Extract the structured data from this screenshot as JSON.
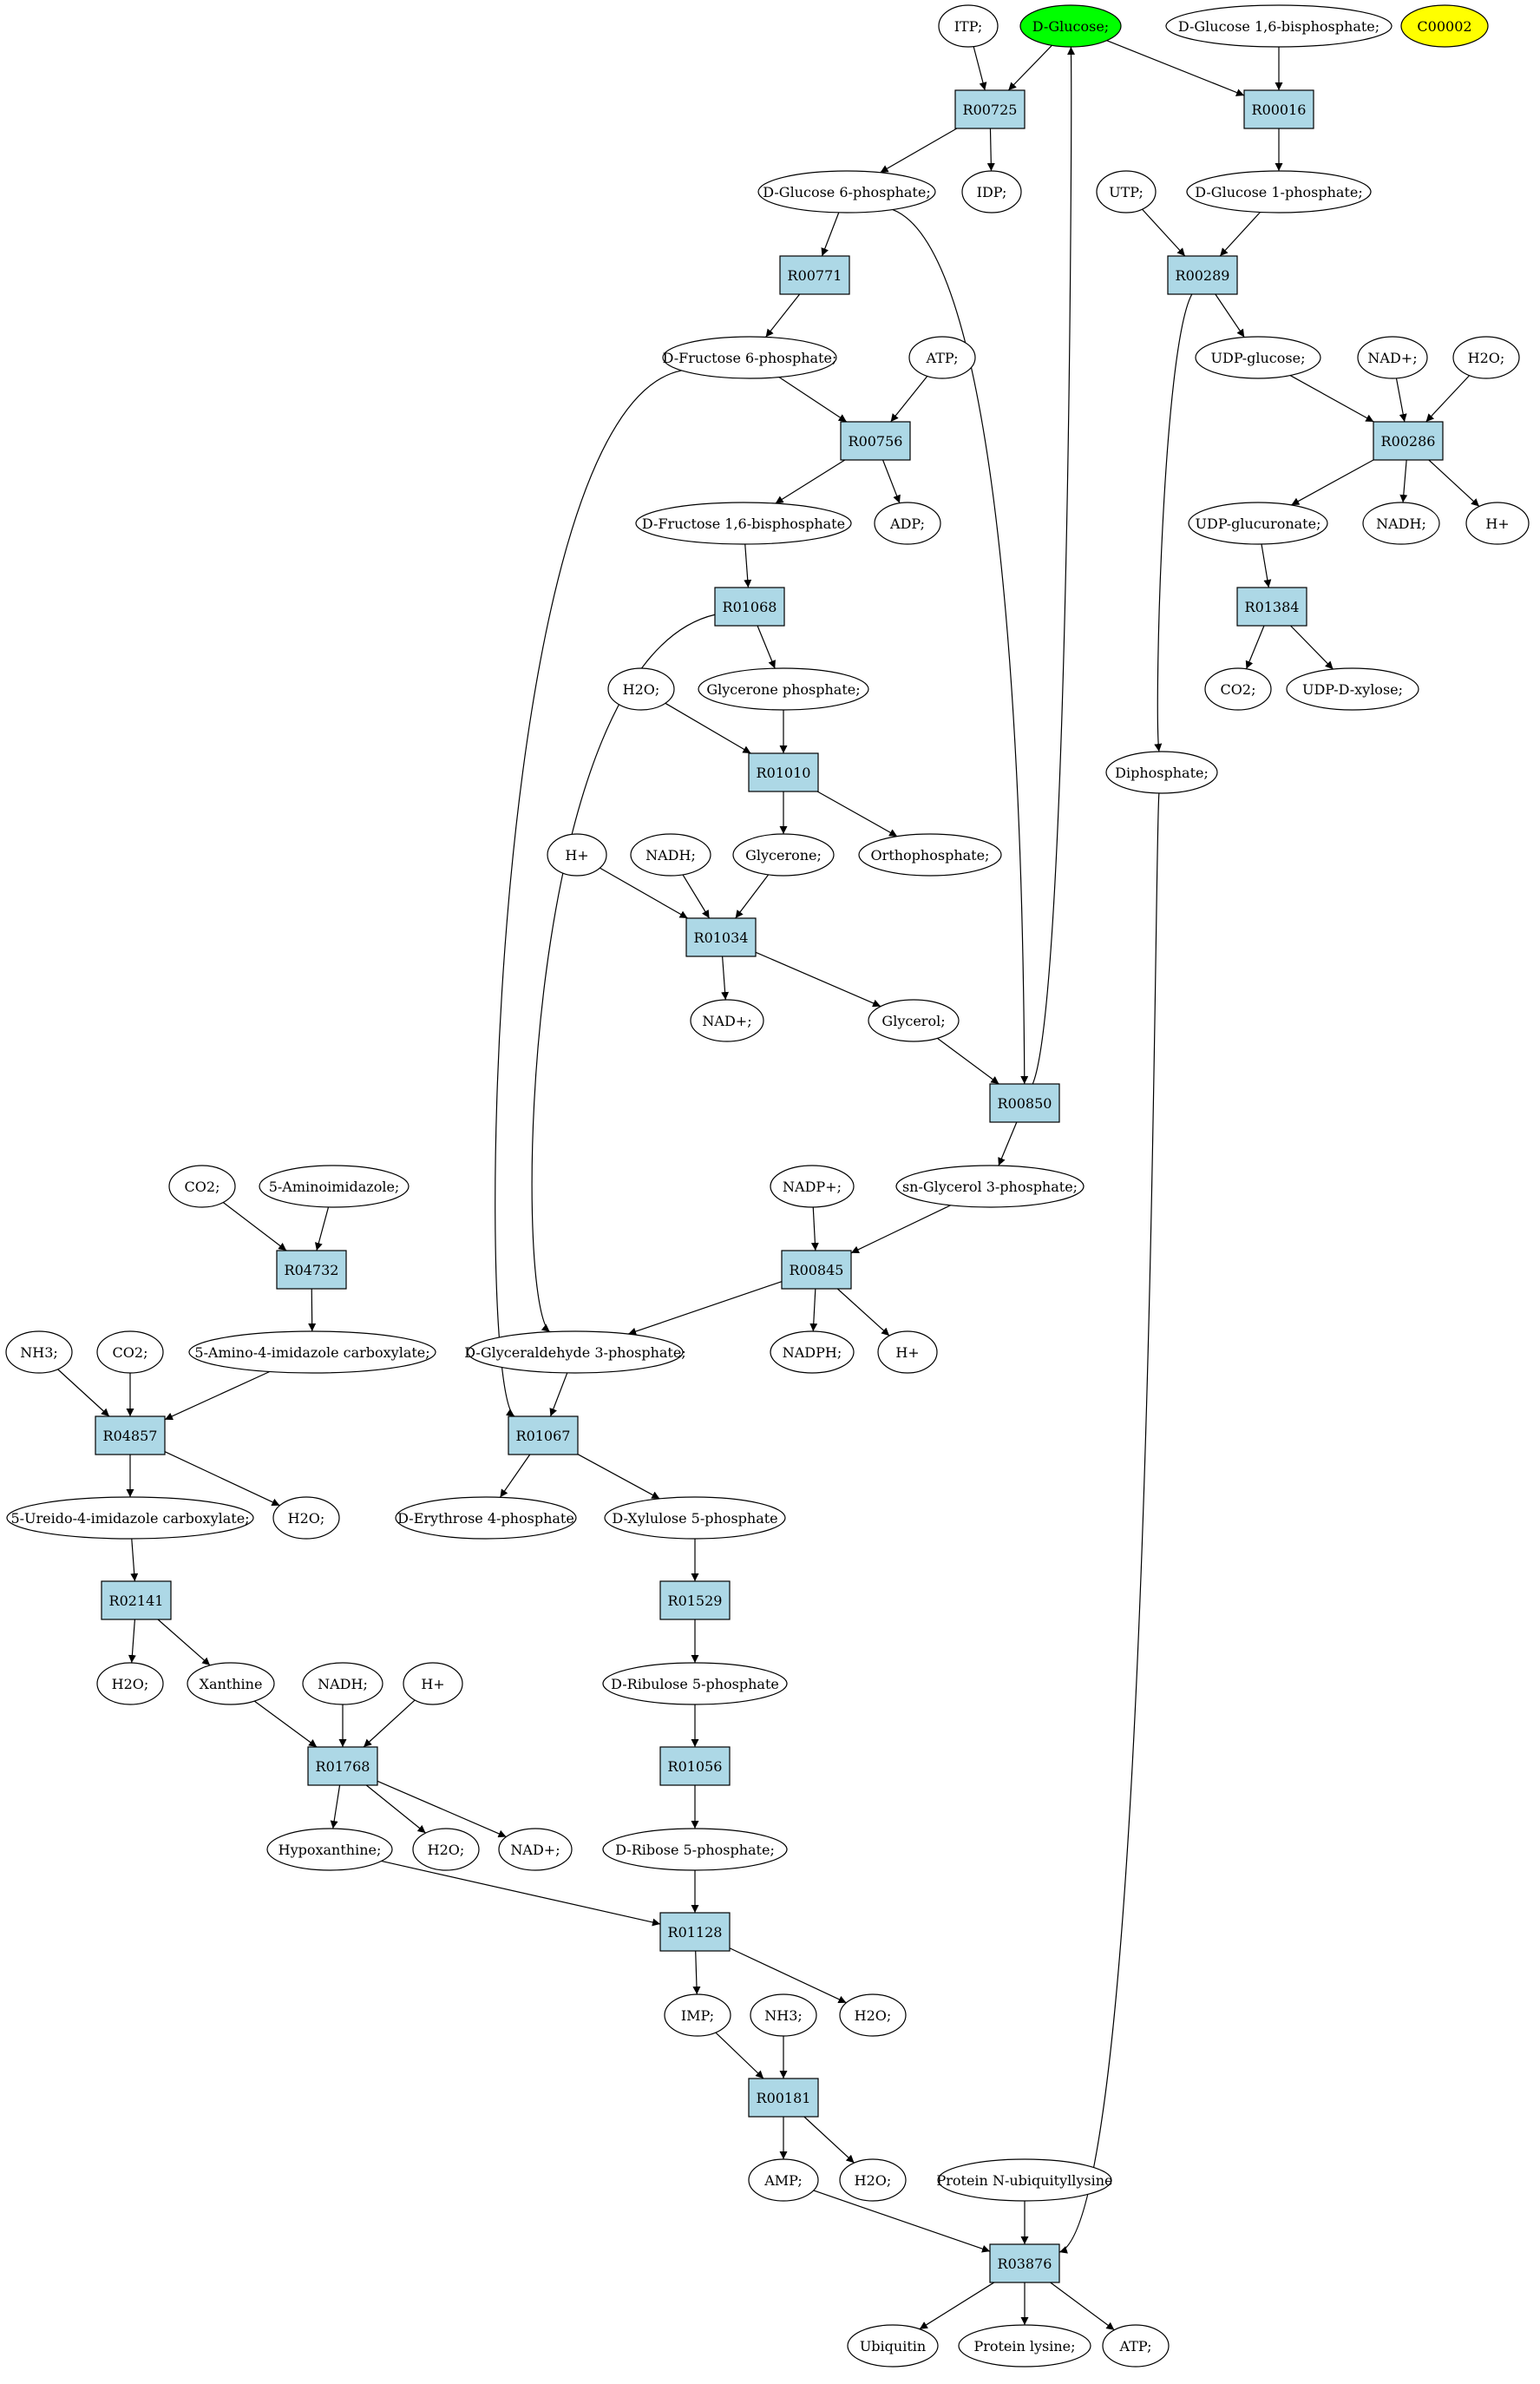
{
  "colors": {
    "reaction_fill": "#add8e6",
    "compound_fill": "#ffffff",
    "highlight_glucose": "#00ff00",
    "highlight_c00002": "#ffff00",
    "stroke": "#000000"
  },
  "reactions": [
    {
      "id": "R00725",
      "label": "R00725"
    },
    {
      "id": "R00016",
      "label": "R00016"
    },
    {
      "id": "R00771",
      "label": "R00771"
    },
    {
      "id": "R00289",
      "label": "R00289"
    },
    {
      "id": "R00756",
      "label": "R00756"
    },
    {
      "id": "R00286",
      "label": "R00286"
    },
    {
      "id": "R01068",
      "label": "R01068"
    },
    {
      "id": "R01384",
      "label": "R01384"
    },
    {
      "id": "R01010",
      "label": "R01010"
    },
    {
      "id": "R01034",
      "label": "R01034"
    },
    {
      "id": "R00850",
      "label": "R00850"
    },
    {
      "id": "R04732",
      "label": "R04732"
    },
    {
      "id": "R00845",
      "label": "R00845"
    },
    {
      "id": "R04857",
      "label": "R04857"
    },
    {
      "id": "R01067",
      "label": "R01067"
    },
    {
      "id": "R02141",
      "label": "R02141"
    },
    {
      "id": "R01529",
      "label": "R01529"
    },
    {
      "id": "R01768",
      "label": "R01768"
    },
    {
      "id": "R01056",
      "label": "R01056"
    },
    {
      "id": "R01128",
      "label": "R01128"
    },
    {
      "id": "R00181",
      "label": "R00181"
    },
    {
      "id": "R03876",
      "label": "R03876"
    }
  ],
  "compounds": [
    {
      "id": "itp",
      "label": "ITP;"
    },
    {
      "id": "dglucose",
      "label": "D-Glucose;"
    },
    {
      "id": "dg16bp",
      "label": "D-Glucose 1,6-bisphosphate;"
    },
    {
      "id": "c00002",
      "label": "C00002"
    },
    {
      "id": "dg6p",
      "label": "D-Glucose 6-phosphate;"
    },
    {
      "id": "idp",
      "label": "IDP;"
    },
    {
      "id": "utp",
      "label": "UTP;"
    },
    {
      "id": "dg1p",
      "label": "D-Glucose 1-phosphate;"
    },
    {
      "id": "df6p",
      "label": "D-Fructose 6-phosphate;"
    },
    {
      "id": "atp1",
      "label": "ATP;"
    },
    {
      "id": "udpg",
      "label": "UDP-glucose;"
    },
    {
      "id": "nadp_top",
      "label": "NAD+;"
    },
    {
      "id": "h2o_top",
      "label": "H2O;"
    },
    {
      "id": "df16bp",
      "label": "D-Fructose 1,6-bisphosphate"
    },
    {
      "id": "adp",
      "label": "ADP;"
    },
    {
      "id": "udpgluc",
      "label": "UDP-glucuronate;"
    },
    {
      "id": "nadh_top",
      "label": "NADH;"
    },
    {
      "id": "hplus_top",
      "label": "H+"
    },
    {
      "id": "h2o_mid",
      "label": "H2O;"
    },
    {
      "id": "glycp",
      "label": "Glycerone phosphate;"
    },
    {
      "id": "co2_top",
      "label": "CO2;"
    },
    {
      "id": "udpxyl",
      "label": "UDP-D-xylose;"
    },
    {
      "id": "diphos",
      "label": "Diphosphate;"
    },
    {
      "id": "hplus_mid",
      "label": "H+"
    },
    {
      "id": "nadh_mid",
      "label": "NADH;"
    },
    {
      "id": "glycerone",
      "label": "Glycerone;"
    },
    {
      "id": "orthop",
      "label": "Orthophosphate;"
    },
    {
      "id": "nadplus_mid",
      "label": "NAD+;"
    },
    {
      "id": "glycerol",
      "label": "Glycerol;"
    },
    {
      "id": "co2_a",
      "label": "CO2;"
    },
    {
      "id": "aminoimid",
      "label": "5-Aminoimidazole;"
    },
    {
      "id": "nadpplus",
      "label": "NADP+;"
    },
    {
      "id": "snglyc3p",
      "label": "sn-Glycerol 3-phosphate;"
    },
    {
      "id": "nh3_a",
      "label": "NH3;"
    },
    {
      "id": "co2_b",
      "label": "CO2;"
    },
    {
      "id": "amino4",
      "label": "5-Amino-4-imidazole carboxylate;"
    },
    {
      "id": "dga3p",
      "label": "D-Glyceraldehyde 3-phosphate;"
    },
    {
      "id": "nadph",
      "label": "NADPH;"
    },
    {
      "id": "hplus_845",
      "label": "H+"
    },
    {
      "id": "ureido",
      "label": "5-Ureido-4-imidazole carboxylate;"
    },
    {
      "id": "h2o_4857",
      "label": "H2O;"
    },
    {
      "id": "de4p",
      "label": "D-Erythrose 4-phosphate"
    },
    {
      "id": "dx5p",
      "label": "D-Xylulose 5-phosphate"
    },
    {
      "id": "h2o_2141",
      "label": "H2O;"
    },
    {
      "id": "xanthine",
      "label": "Xanthine"
    },
    {
      "id": "nadh_1768",
      "label": "NADH;"
    },
    {
      "id": "hplus_1768",
      "label": "H+"
    },
    {
      "id": "dribu5p",
      "label": "D-Ribulose 5-phosphate"
    },
    {
      "id": "hypox",
      "label": "Hypoxanthine;"
    },
    {
      "id": "h2o_1768",
      "label": "H2O;"
    },
    {
      "id": "nadplus_1768",
      "label": "NAD+;"
    },
    {
      "id": "drib5p",
      "label": "D-Ribose 5-phosphate;"
    },
    {
      "id": "imp",
      "label": "IMP;"
    },
    {
      "id": "nh3_b",
      "label": "NH3;"
    },
    {
      "id": "h2o_1128",
      "label": "H2O;"
    },
    {
      "id": "amp",
      "label": "AMP;"
    },
    {
      "id": "h2o_181",
      "label": "H2O;"
    },
    {
      "id": "protnub",
      "label": "Protein N-ubiquityllysine"
    },
    {
      "id": "ubiquitin",
      "label": "Ubiquitin"
    },
    {
      "id": "protlys",
      "label": "Protein lysine;"
    },
    {
      "id": "atp2",
      "label": "ATP;"
    }
  ]
}
